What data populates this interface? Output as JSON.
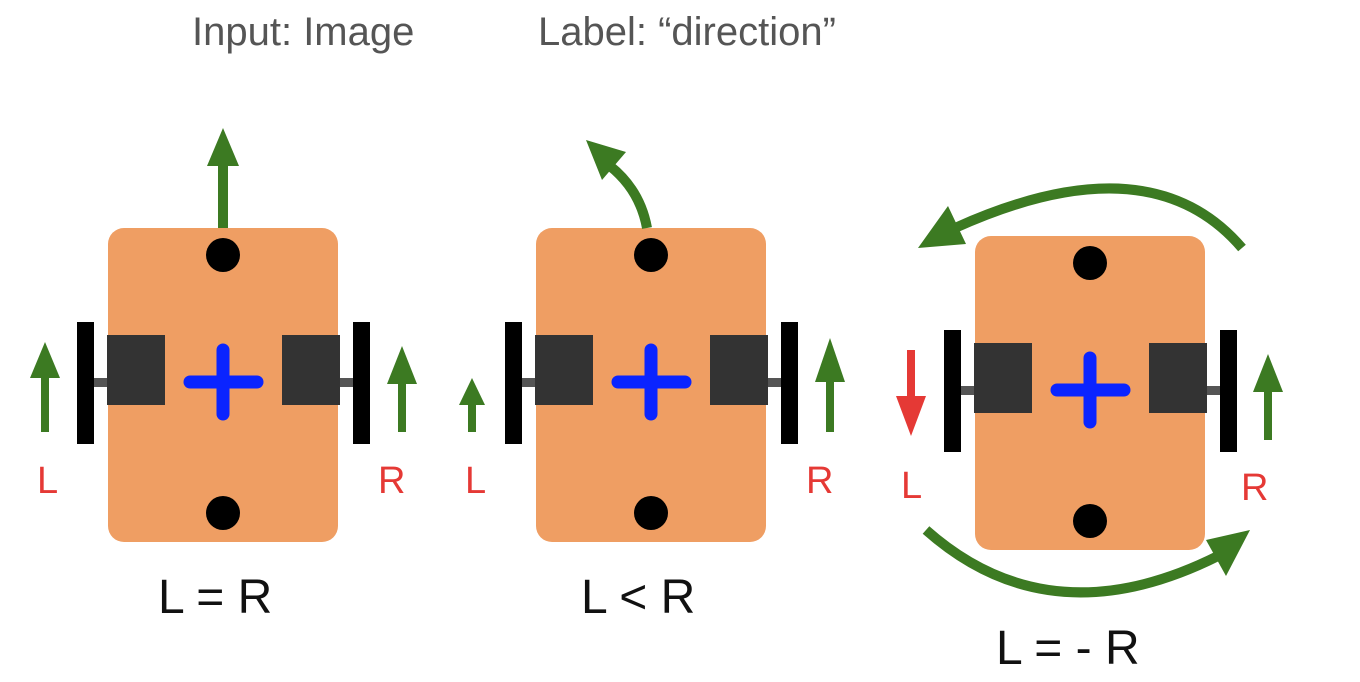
{
  "header": {
    "input_label": "Input: Image",
    "label_label": "Label: “direction”"
  },
  "colors": {
    "body": "#ef9e63",
    "motor": "#333333",
    "wheel": "#000000",
    "center_mark": "#0a24ff",
    "arrow_forward": "#3c7a22",
    "arrow_reverse": "#e53935",
    "wheel_label": "#e53935"
  },
  "robots": [
    {
      "equation": "L = R",
      "left_label": "L",
      "right_label": "R",
      "motion": "straight"
    },
    {
      "equation": "L < R",
      "left_label": "L",
      "right_label": "R",
      "motion": "curve-left"
    },
    {
      "equation": "L = - R",
      "left_label": "L",
      "right_label": "R",
      "motion": "rotate-in-place"
    }
  ]
}
